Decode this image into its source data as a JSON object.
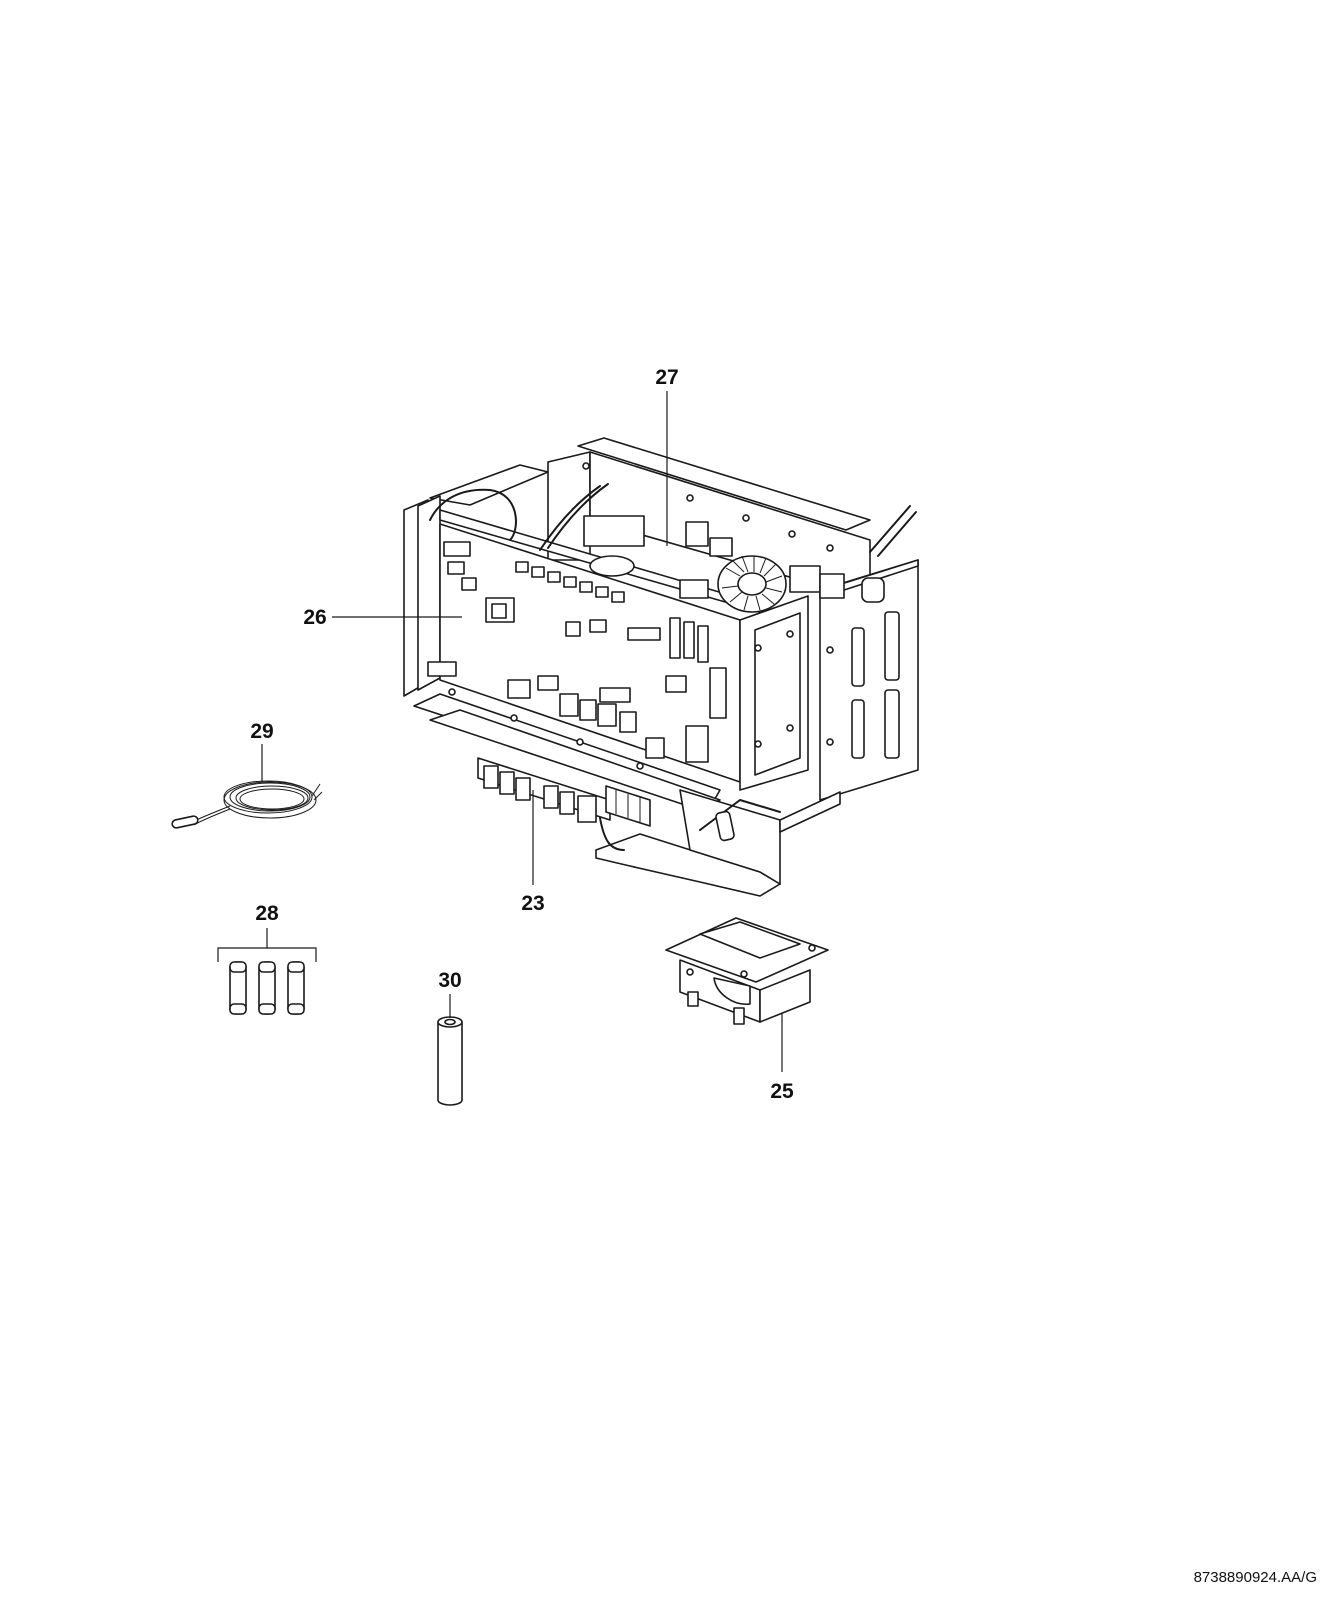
{
  "diagram": {
    "callouts": {
      "c23": "23",
      "c25": "25",
      "c26": "26",
      "c27": "27",
      "c28": "28",
      "c29": "29",
      "c30": "30"
    },
    "document_id": "8738890924.AA/G"
  }
}
